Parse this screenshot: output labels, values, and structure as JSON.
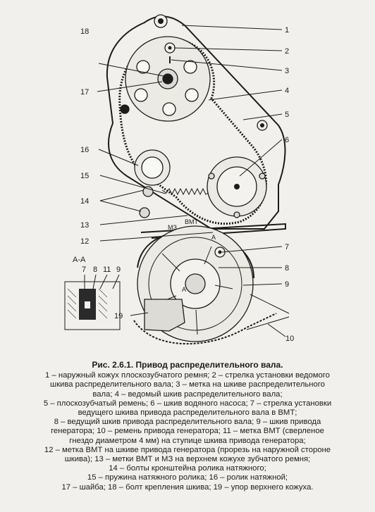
{
  "diagram": {
    "callouts": {
      "c1": "1",
      "c2": "2",
      "c3": "3",
      "c4": "4",
      "c5": "5",
      "c6": "6",
      "c7": "7",
      "c8": "8",
      "c9": "9",
      "c10": "10",
      "c11": "11",
      "c12": "12",
      "c13": "13",
      "c14": "14",
      "c15": "15",
      "c16": "16",
      "c17": "17",
      "c18": "18",
      "c19": "19"
    },
    "marks": {
      "mz": "МЗ",
      "vmt": "ВМТ",
      "a_top": "A",
      "a_bottom": "A"
    },
    "section": {
      "title": "А-А",
      "labels": [
        "7",
        "8",
        "11",
        "9"
      ]
    }
  },
  "caption": {
    "title": "Рис. 2.6.1. Привод распределительного вала.",
    "lines": [
      "1 – наружный кожух плоскозубчатого ремня; 2 – стрелка установки ведомого",
      "шкива распределительного вала; 3 – метка на шкиве распределительного",
      "вала; 4 – ведомый шкив распределительного вала;",
      "5 – плоскозубчатый ремень; 6 – шкив водяного насоса; 7 – стрелка установки",
      "ведущего шкива привода распределительного вала в ВМТ;",
      "8 – ведущий шкив привода распределительного вала; 9 – шкив привода",
      "генератора; 10 – ремень привода генератора; 11 – метка ВМТ (сверленое",
      "гнездо диаметром 4 мм) на ступице шкива привода генератора;",
      "12 – метка ВМТ на шкиве привода генератора (прорезь на наружной стороне",
      "шкива); 13 – метки ВМТ и МЗ на верхнем кожухе зубчатого ремня;",
      "14 – болты кронштейна ролика натяжного;",
      "15 – пружина натяжного ролика; 16 – ролик натяжной;",
      "17 – шайба; 18 – болт крепления шкива; 19 – упор верхнего кожуха."
    ]
  }
}
